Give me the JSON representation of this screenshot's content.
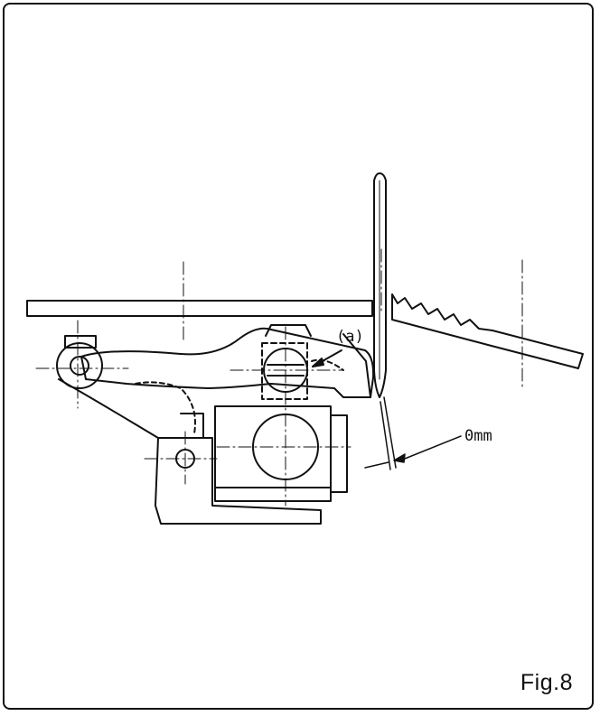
{
  "figure": {
    "label": "Fig.8",
    "callout_a": "(a)",
    "dimension": "0mm"
  },
  "colors": {
    "ink": "#111111",
    "paper": "#ffffff"
  }
}
